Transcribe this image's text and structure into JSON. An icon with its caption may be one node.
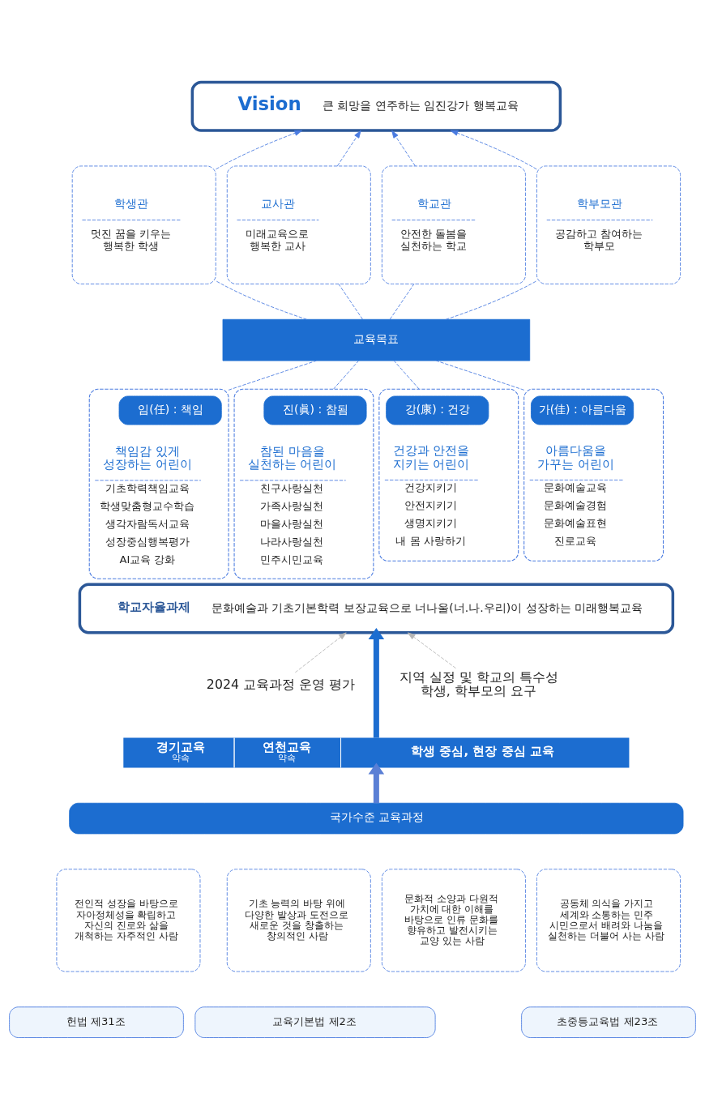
{
  "diagram": {
    "nodes": [
      {
        "text": [
          "Vision",
          "큰 희망을 연주하는 임진강가 행복교육"
        ]
      },
      {
        "text": [
          "학생관",
          "멋진 꿈을 키우는 행복한 학생"
        ]
      },
      {
        "text": [
          "교사관",
          "미래교육으로 행복한 교사"
        ]
      },
      {
        "text": [
          "학교관",
          "안전한 돌봄을 실천하는 학교"
        ]
      },
      {
        "text": [
          "학부모관",
          "공감하고 참여하는 학부모"
        ]
      },
      {
        "text": [
          "교육목표"
        ]
      },
      {
        "text": [
          "책임감 있게 성장하는 어린이",
          "기초학력책임교육",
          "학생맞춤형교수학습",
          "생각자람독서교육",
          "성장중심행복평가",
          "AI교육 강화"
        ]
      },
      {
        "text": [
          "임(任) : 책임"
        ],
        "in": 6
      },
      {
        "text": [
          "참된 마음을 실천하는 어린이",
          "친구사랑실천",
          "가족사랑실천",
          "마을사랑실천",
          "나라사랑실천",
          "민주시민교육"
        ]
      },
      {
        "text": [
          "진(眞) : 참됨"
        ],
        "in": 8
      },
      {
        "text": [
          "건강과 안전을 지키는 어린이",
          "건강지키기",
          "안전지키기",
          "생명지키기",
          "내 몸 사랑하기"
        ]
      },
      {
        "text": [
          "강(康) : 건강"
        ],
        "in": 10
      },
      {
        "text": [
          "아름다움을 가꾸는 어린이",
          "문화예술교육",
          "문화예술경험",
          "문화예술표현",
          "진로교육"
        ]
      },
      {
        "text": [
          "가(佳) : 아름다움"
        ],
        "in": 12
      },
      {
        "text": [
          "학교자율과제",
          "문화예술과 기초기본학력 보장교육으로 너나울(너.나.우리)이 성장하는 미래행복교육"
        ]
      },
      {
        "text": [
          "2024 교육과정 운영 평가"
        ]
      },
      {
        "text": [
          "지역 실정 및 학교의 특수성 학생, 학부모의 요구"
        ]
      },
      {
        "text": [
          "경기교육",
          "약속",
          "연천교육",
          "약속",
          "학생 중심, 현장 중심 교육"
        ]
      },
      {
        "text": [
          "국가수준 교육과정"
        ]
      },
      {
        "text": [
          "전인적 성장을 바탕으로 자아정체성을 확립하고 자신의 진로와 삶을 개척하는 자주적인 사람"
        ]
      },
      {
        "text": [
          "기초 능력의 바탕 위에 다양한 발상과 도전으로 새로운 것을 창출하는 창의적인 사람"
        ]
      },
      {
        "text": [
          "문화적 소양과 다원적 가치에 대한 이해를 바탕으로 인류 문화를 향유하고 발전시키는 교양 있는 사람"
        ]
      },
      {
        "text": [
          "공동체 의식을 가지고 세계와 소통하는 민주 시민으로서 배려와 나눔을 실천하는 더불어 사는 사람"
        ]
      },
      {
        "text": [
          "헌법 제31조"
        ]
      },
      {
        "text": [
          "교육기본법 제2조"
        ]
      },
      {
        "text": [
          "초중등교육법 제23조"
        ]
      }
    ],
    "edges": [
      {
        "from": 1,
        "to": 0,
        "arrow": "to",
        "style": "dashed"
      },
      {
        "from": 2,
        "to": 0,
        "arrow": "to",
        "style": "dashed"
      },
      {
        "from": 3,
        "to": 0,
        "arrow": "to",
        "style": "dashed"
      },
      {
        "from": 4,
        "to": 0,
        "arrow": "to",
        "style": "dashed"
      },
      {
        "from": 5,
        "to": 1,
        "arrow": "none",
        "style": "dashed"
      },
      {
        "from": 5,
        "to": 2,
        "arrow": "none",
        "style": "dashed"
      },
      {
        "from": 5,
        "to": 3,
        "arrow": "none",
        "style": "dashed"
      },
      {
        "from": 5,
        "to": 4,
        "arrow": "none",
        "style": "dashed"
      },
      {
        "from": 6,
        "to": 5,
        "arrow": "none",
        "style": "dashed"
      },
      {
        "from": 8,
        "to": 5,
        "arrow": "none",
        "style": "dashed"
      },
      {
        "from": 10,
        "to": 5,
        "arrow": "none",
        "style": "dashed"
      },
      {
        "from": 12,
        "to": 5,
        "arrow": "none",
        "style": "dashed"
      },
      {
        "from": 15,
        "to": 14,
        "arrow": "to",
        "style": "dashed",
        "color": "#b5b5b5"
      },
      {
        "from": 17,
        "to": 14,
        "arrow": "to",
        "style": "thick",
        "color": "#1c6dd0"
      },
      {
        "from": 16,
        "to": 14,
        "arrow": "to",
        "style": "dashed",
        "color": "#b5b5b5"
      },
      {
        "from": 18,
        "to": 17,
        "arrow": "to",
        "style": "thick",
        "color": "#5a7fd5"
      }
    ]
  }
}
